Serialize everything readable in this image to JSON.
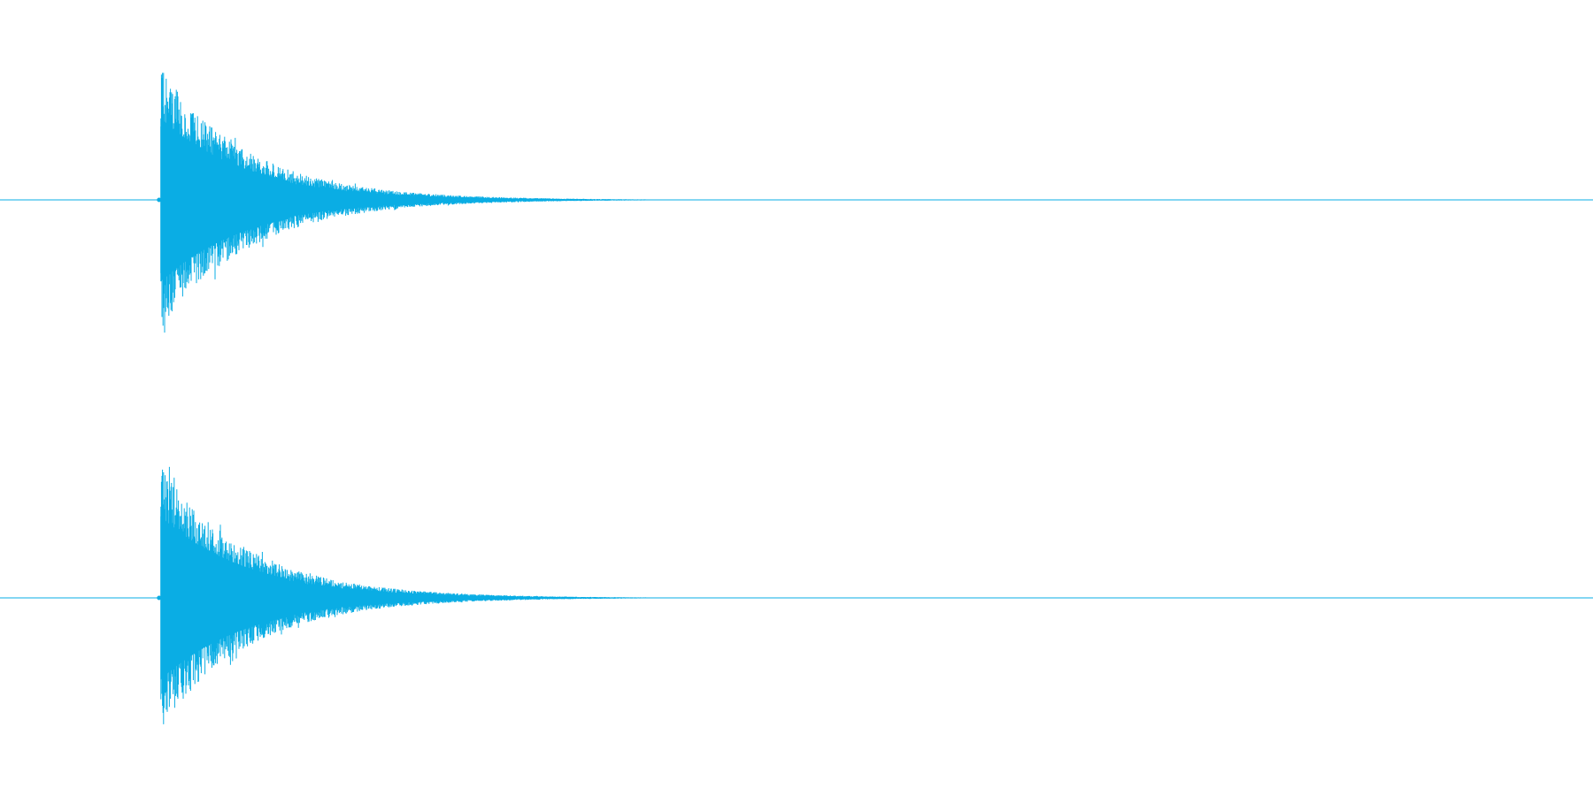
{
  "chart_data": {
    "type": "line",
    "title": "",
    "xlabel": "",
    "ylabel": "",
    "grid": false,
    "legend": "none",
    "color": "#0AADE4",
    "xlim": [
      0,
      1
    ],
    "ylim": [
      -1,
      1
    ],
    "series": [
      {
        "channel": 1,
        "onset": 0.101,
        "peak": 0.99,
        "decay": 0.055,
        "tail_end": 0.58
      },
      {
        "channel": 2,
        "onset": 0.101,
        "peak": 0.99,
        "decay": 0.055,
        "tail_end": 0.58
      }
    ]
  }
}
